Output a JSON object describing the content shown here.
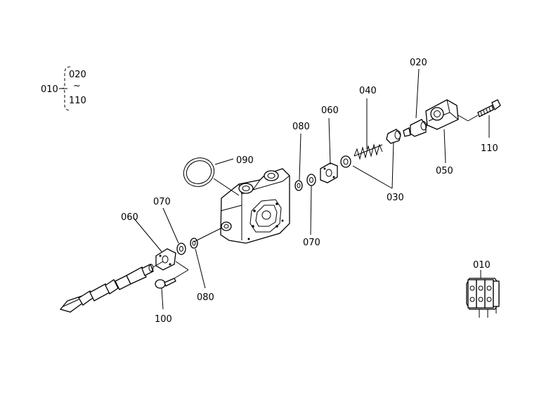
{
  "legend": {
    "group_label": "010",
    "range_start": "020",
    "range_sep": "~",
    "range_end": "110"
  },
  "callouts": [
    {
      "id": "020",
      "name": "callout-020"
    },
    {
      "id": "040",
      "name": "callout-040"
    },
    {
      "id": "060",
      "name": "callout-060-upper"
    },
    {
      "id": "080",
      "name": "callout-080-upper"
    },
    {
      "id": "090",
      "name": "callout-090"
    },
    {
      "id": "110",
      "name": "callout-110"
    },
    {
      "id": "050",
      "name": "callout-050"
    },
    {
      "id": "030",
      "name": "callout-030"
    },
    {
      "id": "070",
      "name": "callout-070-upper"
    },
    {
      "id": "060",
      "name": "callout-060-lower"
    },
    {
      "id": "070",
      "name": "callout-070-lower"
    },
    {
      "id": "080",
      "name": "callout-080-lower"
    },
    {
      "id": "100",
      "name": "callout-100"
    },
    {
      "id": "010",
      "name": "callout-010-assembly"
    }
  ]
}
